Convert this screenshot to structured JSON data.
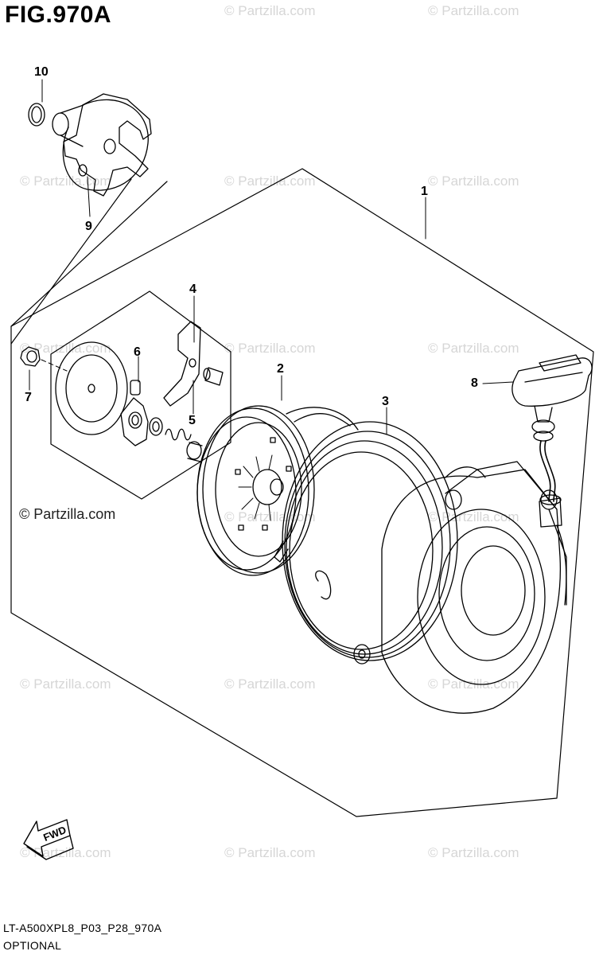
{
  "figure_title": "FIG.970A",
  "watermark_text": "© Partzilla.com",
  "callouts": [
    "1",
    "2",
    "3",
    "4",
    "5",
    "6",
    "7",
    "8",
    "9",
    "10"
  ],
  "fwd_label": "FWD",
  "footer": {
    "model_code": "LT-A500XPL8_P03_P28_970A",
    "note": "OPTIONAL"
  },
  "colors": {
    "line": "#000000",
    "watermark": "#d6d6d6",
    "background": "#ffffff"
  }
}
